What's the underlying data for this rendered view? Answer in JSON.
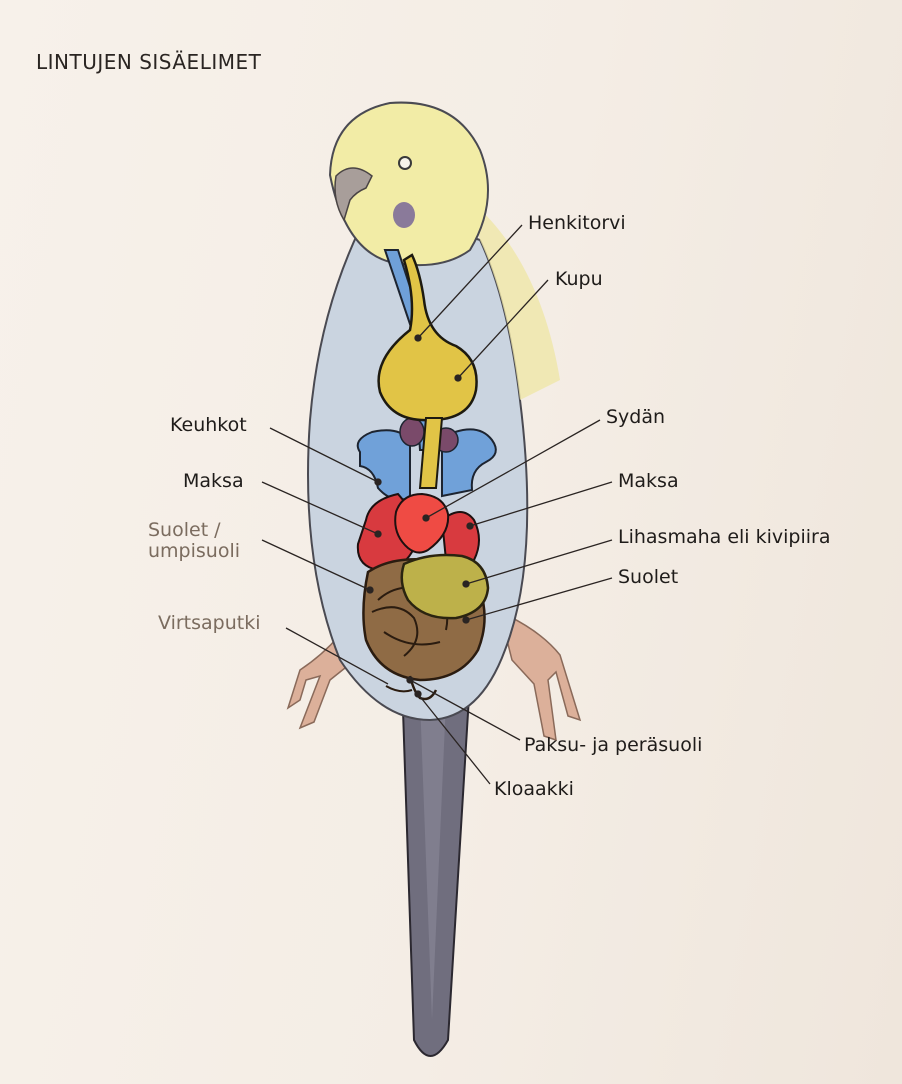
{
  "title": "LINTUJEN SISÄELIMET",
  "labels": {
    "henkitorvi": "Henkitorvi",
    "kupu": "Kupu",
    "keuhkot": "Keuhkot",
    "sydan": "Sydän",
    "maksa_left": "Maksa",
    "maksa_right": "Maksa",
    "suolet_left_line1": "Suolet /",
    "suolet_left_line2": "umpisuoli",
    "lihasmaha": "Lihasmaha eli kivipiira",
    "suolet_right": "Suolet",
    "virtsaputki": "Virtsaputki",
    "paksusuoli": "Paksu- ja peräsuoli",
    "kloaakki": "Kloaakki"
  },
  "colors": {
    "head": "#f2eca4",
    "body": "#c9d3e0",
    "tail": "#6f6d7d",
    "crop": "#e0c345",
    "lungs": "#6fa0d8",
    "heart": "#ee4a44",
    "liver": "#d83a3e",
    "gizzard": "#bcb048",
    "intestine": "#8e6a45",
    "legs": "#d8ab93"
  }
}
